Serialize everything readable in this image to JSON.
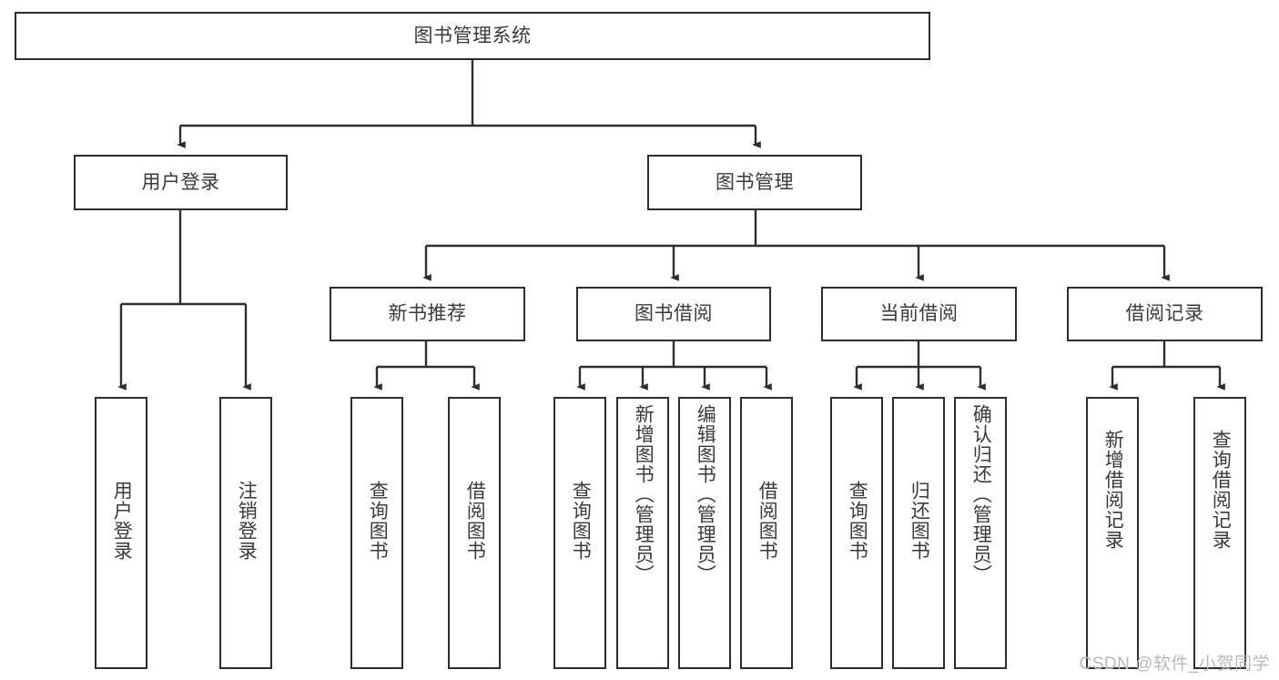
{
  "diagram": {
    "title": "图书管理系统",
    "type": "tree-hierarchy",
    "root": {
      "id": "root",
      "label": "图书管理系统"
    },
    "level2": [
      {
        "id": "user-login",
        "label": "用户登录"
      },
      {
        "id": "book-management",
        "label": "图书管理"
      }
    ],
    "level3": [
      {
        "id": "new-book-recommend",
        "label": "新书推荐"
      },
      {
        "id": "book-borrow",
        "label": "图书借阅"
      },
      {
        "id": "current-borrow",
        "label": "当前借阅"
      },
      {
        "id": "borrow-record",
        "label": "借阅记录"
      }
    ],
    "leaves": {
      "user_login": [
        {
          "id": "leaf-user-login",
          "label": "用户登录"
        },
        {
          "id": "leaf-logout-login",
          "label": "注销登录"
        }
      ],
      "new_book_recommend": [
        {
          "id": "leaf-query-book-1",
          "label": "查询图书"
        },
        {
          "id": "leaf-borrow-book-1",
          "label": "借阅图书"
        }
      ],
      "book_borrow": [
        {
          "id": "leaf-query-book-2",
          "label": "查询图书"
        },
        {
          "id": "leaf-add-book-admin",
          "label": "新增图书（管理员）"
        },
        {
          "id": "leaf-edit-book-admin",
          "label": "编辑图书（管理员）"
        },
        {
          "id": "leaf-borrow-book-2",
          "label": "借阅图书"
        }
      ],
      "current_borrow": [
        {
          "id": "leaf-query-book-3",
          "label": "查询图书"
        },
        {
          "id": "leaf-return-book",
          "label": "归还图书"
        },
        {
          "id": "leaf-confirm-return-admin",
          "label": "确认归还（管理员）"
        }
      ],
      "borrow_record": [
        {
          "id": "leaf-add-borrow-record",
          "label": "新增借阅记录"
        },
        {
          "id": "leaf-query-borrow-record",
          "label": "查询借阅记录"
        }
      ]
    },
    "watermark": "CSDN @软件_小贺同学",
    "colors": {
      "stroke": "#2e2e2e",
      "text": "#3a3a3a",
      "background": "#ffffff",
      "watermark": "#b9b9b9"
    }
  }
}
